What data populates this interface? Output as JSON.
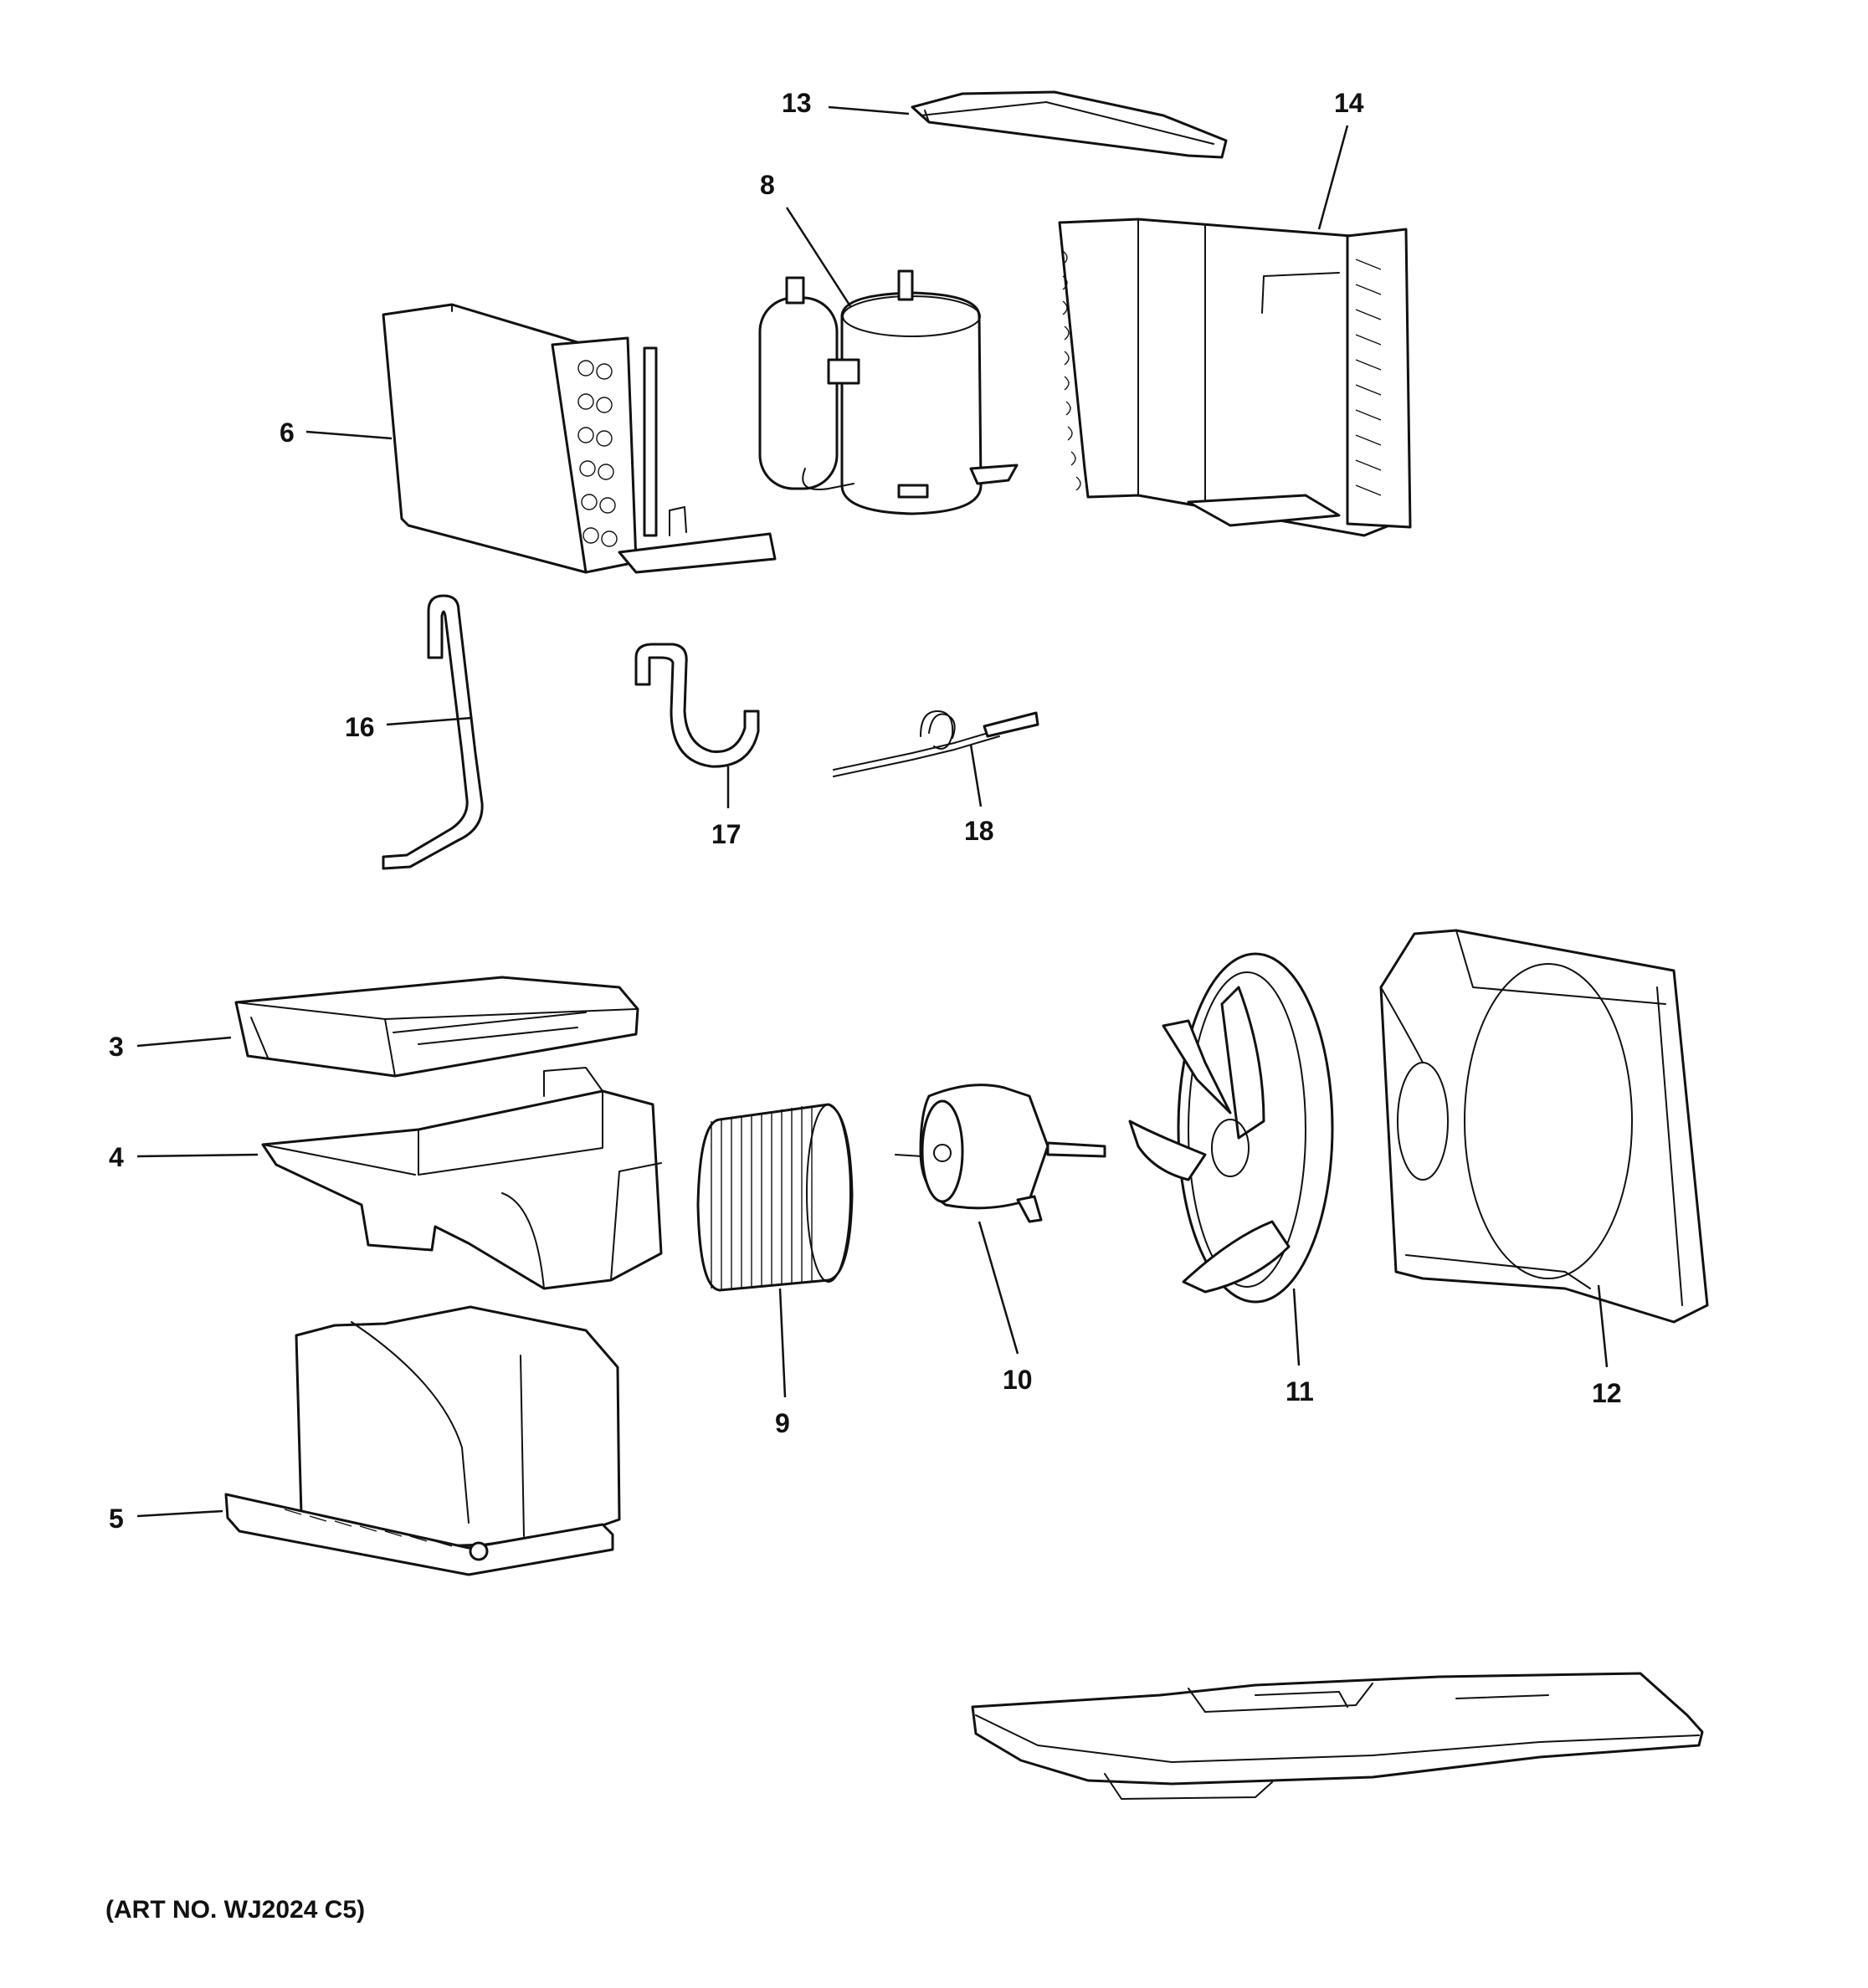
{
  "diagram": {
    "callouts": [
      {
        "id": "p13",
        "label": "13"
      },
      {
        "id": "p14",
        "label": "14"
      },
      {
        "id": "p8",
        "label": "8"
      },
      {
        "id": "p6",
        "label": "6"
      },
      {
        "id": "p16",
        "label": "16"
      },
      {
        "id": "p17",
        "label": "17"
      },
      {
        "id": "p18",
        "label": "18"
      },
      {
        "id": "p3",
        "label": "3"
      },
      {
        "id": "p4",
        "label": "4"
      },
      {
        "id": "p5",
        "label": "5"
      },
      {
        "id": "p9",
        "label": "9"
      },
      {
        "id": "p10",
        "label": "10"
      },
      {
        "id": "p11",
        "label": "11"
      },
      {
        "id": "p12",
        "label": "12"
      }
    ],
    "art_number": "(ART NO. WJ2024 C5)"
  }
}
